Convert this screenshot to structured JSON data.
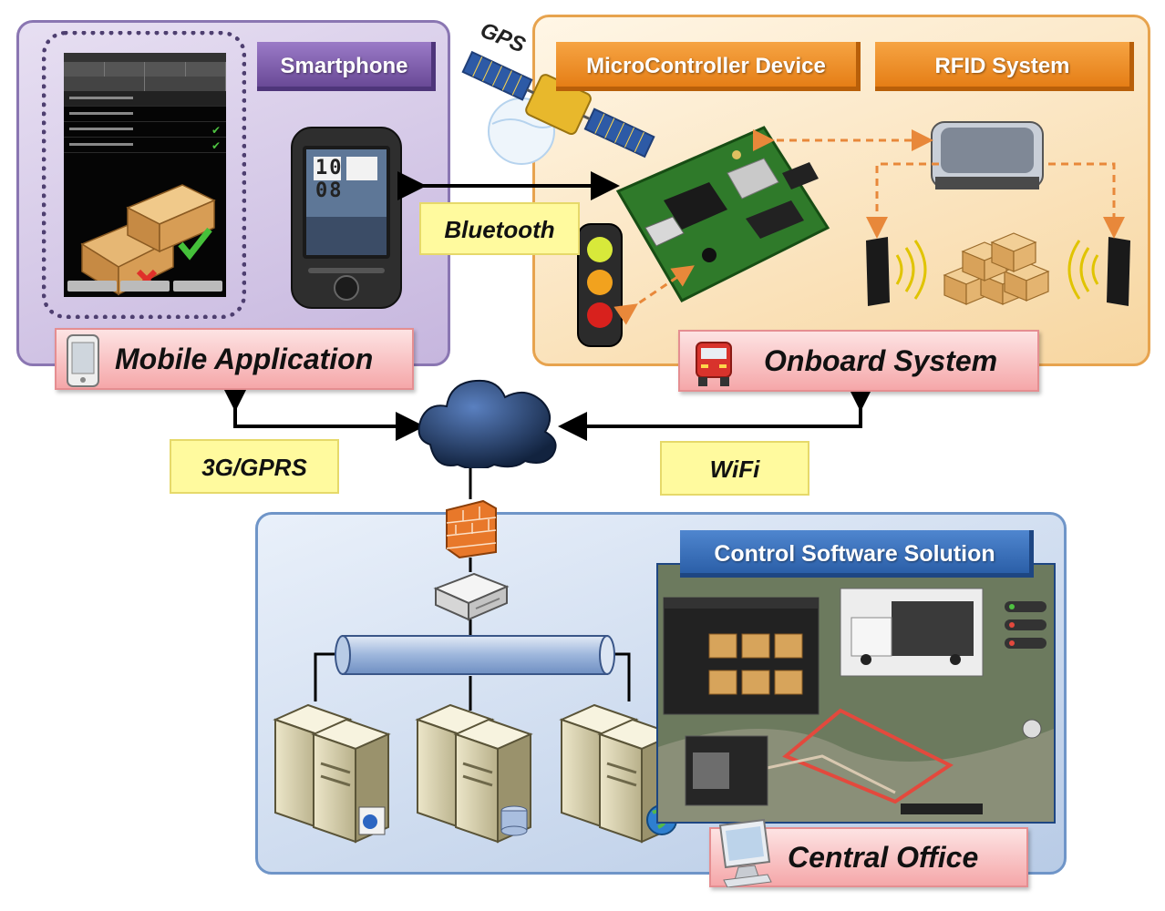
{
  "labels": {
    "smartphone": "Smartphone",
    "microcontroller": "MicroController Device",
    "rfid": "RFID System",
    "gps": "GPS",
    "bluetooth": "Bluetooth",
    "mobile_application": "Mobile Application",
    "onboard_system": "Onboard System",
    "g3gprs": "3G/GPRS",
    "wifi": "WiFi",
    "control_software": "Control Software Solution",
    "central_office": "Central Office",
    "phone_clock": "10 08"
  },
  "colors": {
    "mobile_panel": "#c6b6de",
    "onboard_panel": "#f7d6a0",
    "office_panel": "#b8cbe6",
    "purple_header": "#6a4a97",
    "orange_header": "#e57e16",
    "blue_header": "#2b5fa8",
    "pink_label": "#f5a7a9",
    "yellow_label": "#fffa9e",
    "dashed_arrow": "#e8883a"
  },
  "icons": {
    "mobile": "phone-icon",
    "onboard": "truck-icon",
    "office": "monitor-icon",
    "network": "cloud-icon",
    "security": "firewall-icon"
  }
}
